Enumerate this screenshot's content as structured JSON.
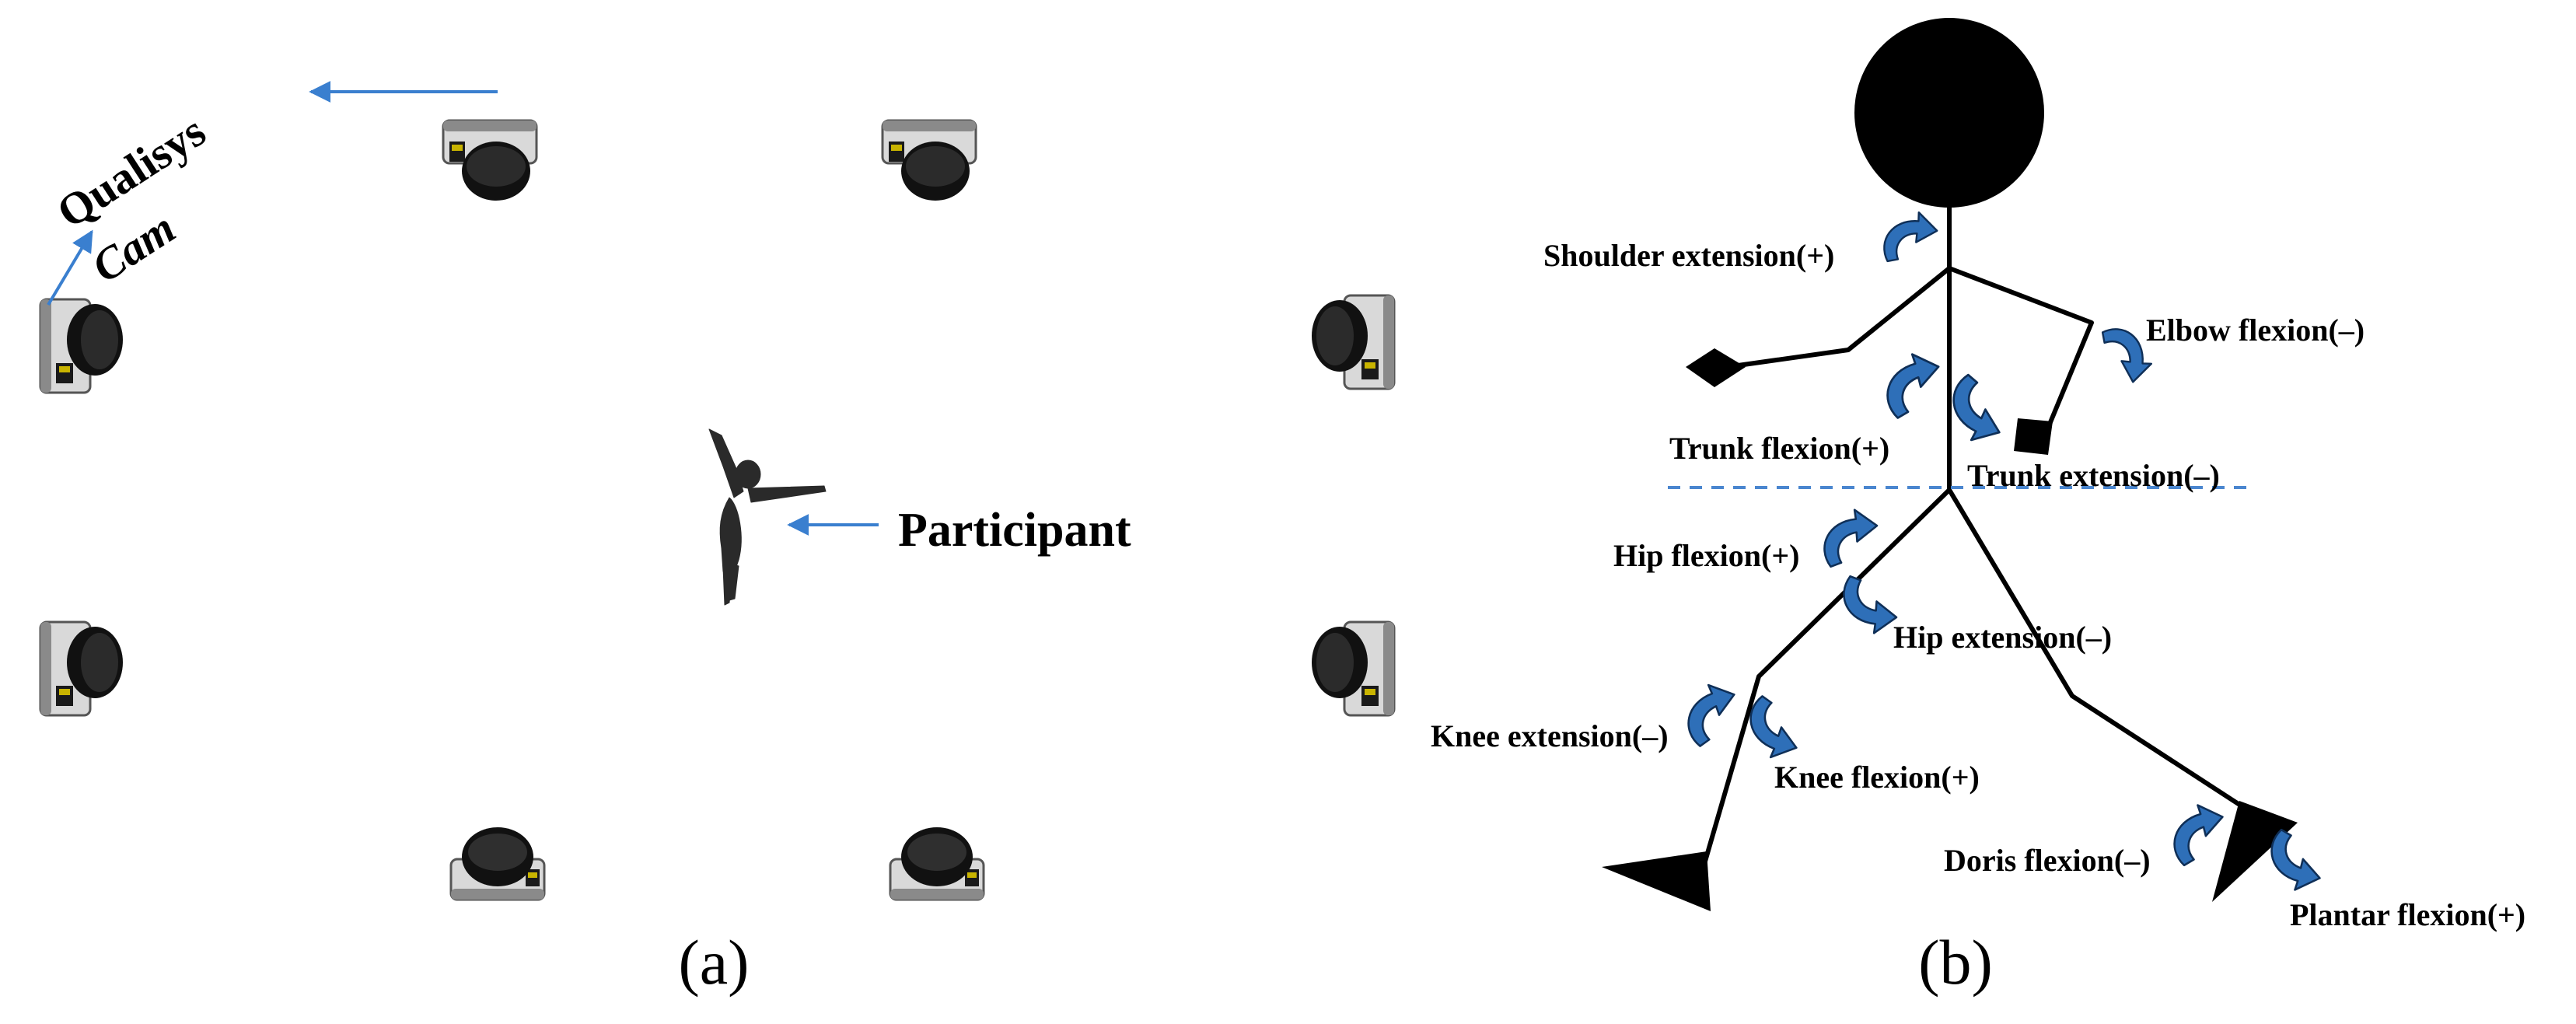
{
  "panel_a": {
    "caption": "(a)",
    "camera_label_line1": "Qualisys",
    "camera_label_line2": "Cam",
    "participant_label": "Participant",
    "camera_icon": "motion-capture-camera-icon",
    "participant_icon": "dancer-silhouette-icon"
  },
  "panel_b": {
    "caption": "(b)",
    "labels": {
      "shoulder_extension": "Shoulder extension(+)",
      "elbow_flexion": "Elbow flexion(–)",
      "trunk_flexion": "Trunk flexion(+)",
      "trunk_extension": "Trunk extension(–)",
      "hip_flexion": "Hip flexion(+)",
      "hip_extension": "Hip extension(–)",
      "knee_extension": "Knee extension(–)",
      "knee_flexion": "Knee flexion(+)",
      "doris_flexion": "Doris flexion(–)",
      "plantar_flexion": "Plantar flexion(+)"
    }
  },
  "colors": {
    "arrow_blue": "#3a7fcf",
    "rotation_arrow_fill": "#2e6fb8",
    "rotation_arrow_outline": "#0f2f57",
    "dashed_line": "#4a86cf",
    "stick_figure": "#000000"
  }
}
